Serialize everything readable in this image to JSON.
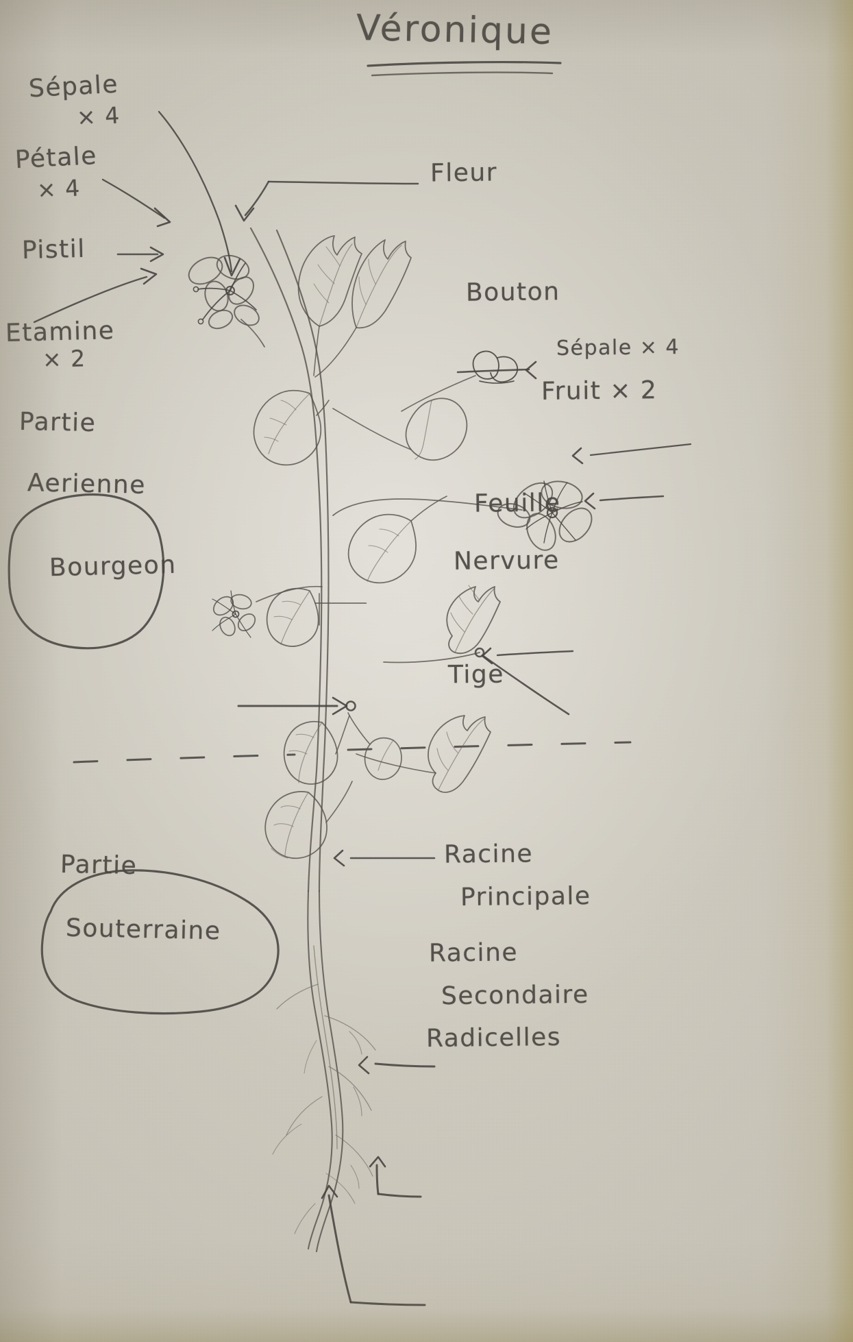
{
  "document": {
    "title": "Véronique",
    "subject": "hand-drawn botany diagram of a Veronica plant",
    "medium": "pencil on paper",
    "language": "French"
  },
  "labels": {
    "sepale_top": {
      "text": "Sépale",
      "count": "× 4"
    },
    "petale": {
      "text": "Pétale",
      "count": "× 4"
    },
    "pistil": {
      "text": "Pistil"
    },
    "etamine": {
      "text": "Etamine",
      "count": "× 2"
    },
    "fleur": {
      "text": "Fleur"
    },
    "bouton": {
      "text": "Bouton"
    },
    "sepale_right": {
      "text": "Sépale × 4"
    },
    "fruit": {
      "text": "Fruit × 2"
    },
    "feuille": {
      "text": "Feuille"
    },
    "nervure": {
      "text": "Nervure"
    },
    "bourgeon": {
      "text": "Bourgeon"
    },
    "tige": {
      "text": "Tige"
    },
    "racine_principale_l1": {
      "text": "Racine"
    },
    "racine_principale_l2": {
      "text": "Principale"
    },
    "racine_secondaire_l1": {
      "text": "Racine"
    },
    "racine_secondaire_l2": {
      "text": "Secondaire"
    },
    "radicelles": {
      "text": "Radicelles"
    }
  },
  "zones": {
    "aerienne_l1": "Partie",
    "aerienne_l2": "Aerienne",
    "souterraine_l1": "Partie",
    "souterraine_l2": "Souterraine"
  },
  "colors": {
    "paper": "#cfcbc1",
    "pencil": "#55514b",
    "pencil_dark": "#474440",
    "pencil_light": "#6d695f",
    "edge_cast": "#96843c"
  }
}
